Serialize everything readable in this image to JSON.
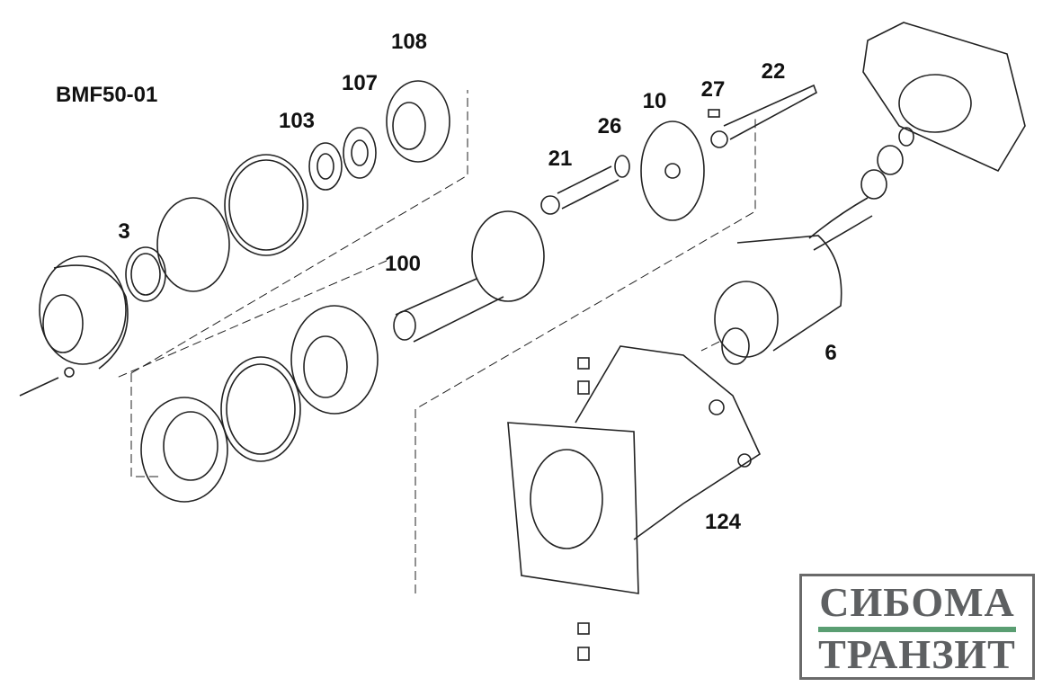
{
  "diagram": {
    "title": "BMF50-01",
    "part_labels": {
      "p108": "108",
      "p107": "107",
      "p103": "103",
      "p27": "27",
      "p22": "22",
      "p10": "10",
      "p26": "26",
      "p21": "21",
      "p3": "3",
      "p100": "100",
      "p6": "6",
      "p124": "124"
    }
  },
  "logo": {
    "line1": "СИБОМА",
    "line2": "ТРАНЗИТ",
    "bar_color": "#5a9e72",
    "text_color": "#5e6062"
  }
}
